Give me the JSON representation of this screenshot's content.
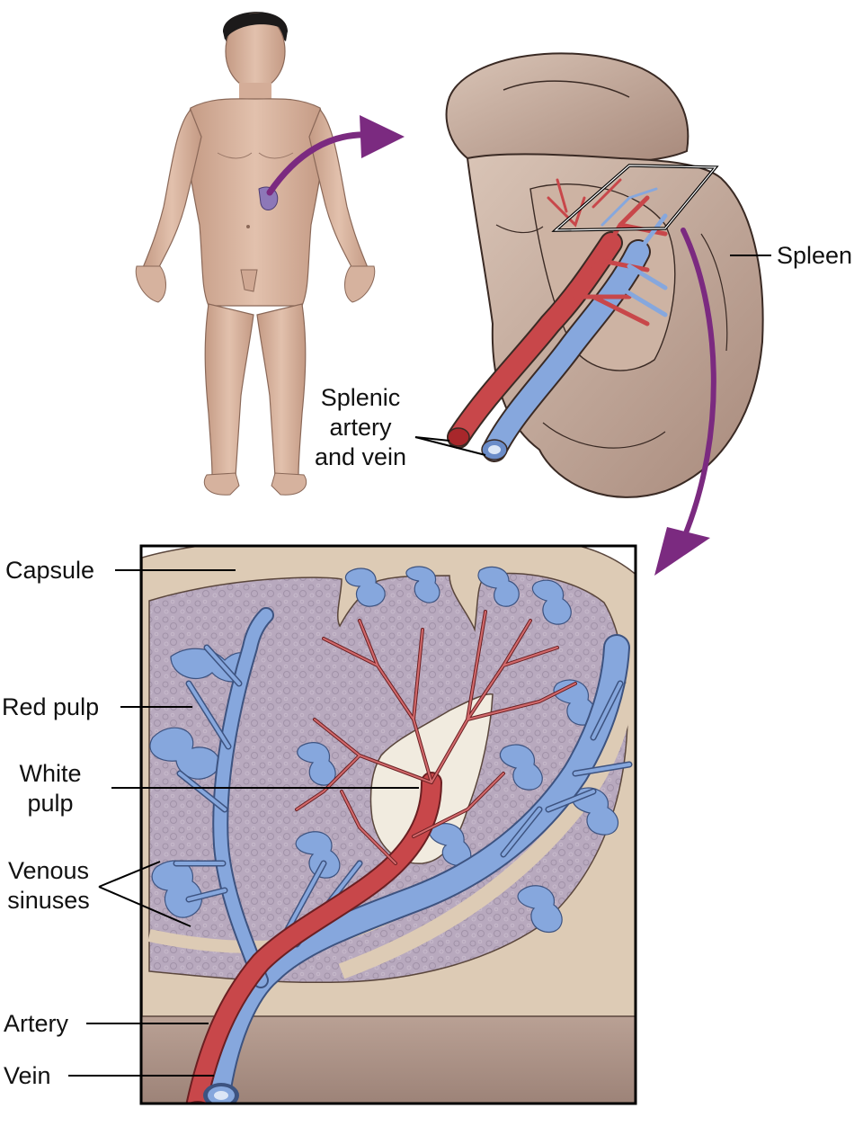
{
  "labels": {
    "spleen": "Spleen",
    "splenic_artery_and_vein": [
      "Splenic",
      "artery",
      "and vein"
    ],
    "capsule": "Capsule",
    "red_pulp": "Red pulp",
    "white_pulp": [
      "White",
      "pulp"
    ],
    "venous_sinuses": [
      "Venous",
      "sinuses"
    ],
    "artery": "Artery",
    "vein": "Vein"
  },
  "colors": {
    "skin": "#d9b39d",
    "spleen_tissue": "#c9ad9c",
    "capsule": "#ddcbb5",
    "red_pulp": "#b7a8bd",
    "white_pulp": "#f1ebdf",
    "vessel_artery": "#c8474a",
    "vessel_vein": "#86a7dd",
    "arrow": "#7b2a80"
  }
}
